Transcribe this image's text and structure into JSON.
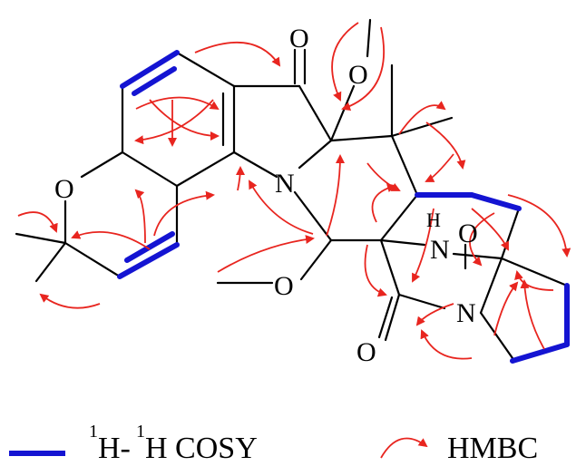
{
  "atoms": {
    "o_ketone": "O",
    "o_methoxy_top": "O",
    "o_pyran": "O",
    "n_indole": "N",
    "o_methoxy_bottom": "O",
    "h_amide": "H",
    "n_amide": "N",
    "o_amide_top": "O",
    "n_lactam": "N",
    "o_lactam": "O"
  },
  "legend": {
    "cosy_h1": "1",
    "cosy_h": "H-",
    "cosy_h2": "1",
    "cosy_label": "H COSY",
    "hmbc_label": "HMBC"
  },
  "colors": {
    "cosy": "#1414d2",
    "hmbc": "#e8251f",
    "bond": "#000000"
  }
}
